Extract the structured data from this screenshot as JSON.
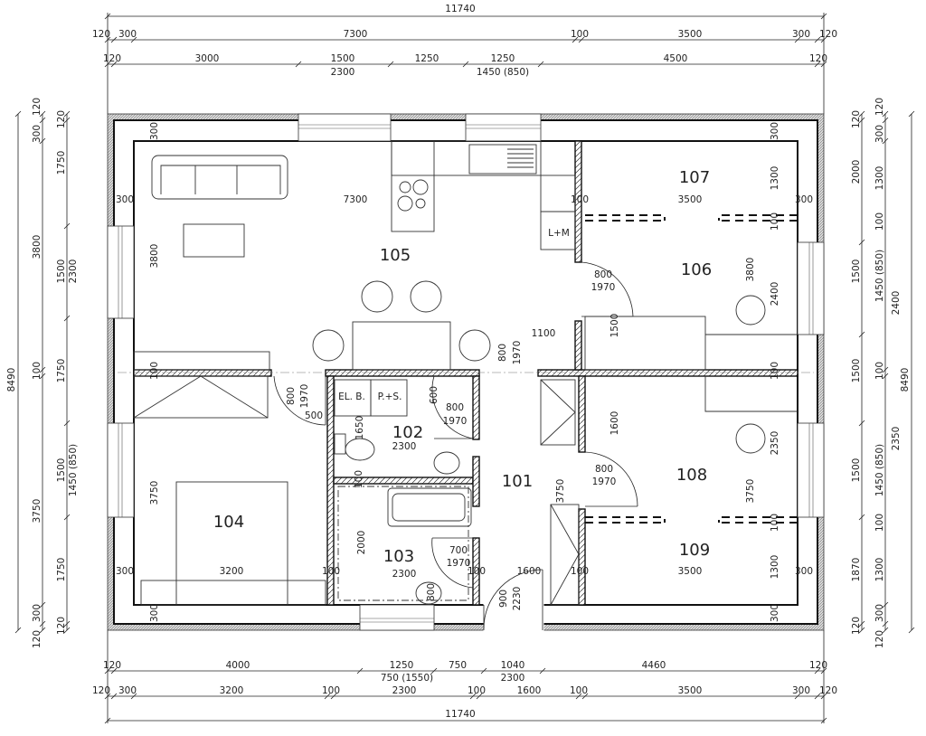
{
  "rooms": [
    "105",
    "107",
    "106",
    "102",
    "101",
    "104",
    "108",
    "109",
    "103"
  ],
  "room_tags": [
    "L+M",
    "EL. B.",
    "P.+S."
  ],
  "top_dimensions": {
    "total": "11740",
    "row1": [
      "120",
      "300",
      "7300",
      "100",
      "3500",
      "300",
      "120"
    ],
    "row2": [
      "120",
      "3000",
      "1500",
      "1250",
      "1250",
      "4500",
      "120"
    ],
    "row2_sub": [
      "2300",
      "1450 (850)"
    ]
  },
  "bottom_dimensions": {
    "row1": [
      "120",
      "4000",
      "1250",
      "750",
      "1040",
      "4460",
      "120"
    ],
    "row1_sub": [
      "750 (1550)",
      "2300"
    ],
    "row2": [
      "120",
      "300",
      "3200",
      "100",
      "2300",
      "100",
      "1600",
      "100",
      "3500",
      "300",
      "120"
    ],
    "total": "11740"
  },
  "left_dimensions": {
    "total": "8490",
    "row1": [
      "300",
      "120",
      "3800",
      "100",
      "3750",
      "300",
      "120"
    ],
    "row2": [
      "120",
      "1750",
      "1500",
      "1750",
      "1500",
      "1750",
      "120"
    ],
    "row2_sub": [
      "2300",
      "1450 (850)"
    ]
  },
  "right_dimensions": {
    "total": "8490",
    "row1": [
      "120",
      "2000",
      "1500",
      "1500",
      "1500",
      "1870",
      "120"
    ],
    "row2": [
      "300",
      "120",
      "1300",
      "100",
      "1450 (850)",
      "100",
      "1450 (850)",
      "100",
      "1300",
      "300",
      "120"
    ],
    "row2_sub": [
      "2400",
      "2350"
    ]
  },
  "interior_dimensions": [
    "7300",
    "300",
    "300",
    "3800",
    "100",
    "3500",
    "300",
    "1300",
    "100",
    "3800",
    "2400",
    "300",
    "800",
    "1970",
    "1500",
    "1100",
    "800",
    "1970",
    "100",
    "800",
    "1970",
    "500",
    "600",
    "800",
    "1970",
    "1650",
    "2300",
    "100",
    "3750",
    "300",
    "3200",
    "100",
    "2000",
    "700",
    "1970",
    "2300",
    "100",
    "800",
    "1600",
    "900",
    "2230",
    "3750",
    "1600",
    "800",
    "1970",
    "3750",
    "2350",
    "100",
    "1300",
    "3500",
    "100",
    "300",
    "300",
    "300",
    "100"
  ]
}
